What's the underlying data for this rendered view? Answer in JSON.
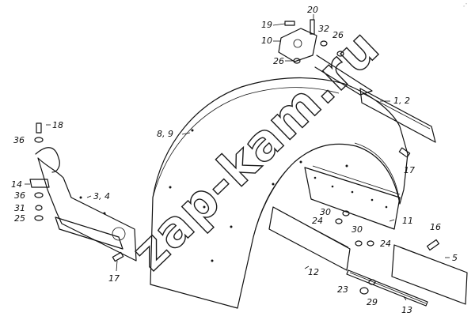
{
  "watermark": "zap-kam.ru",
  "corner_mark": "„“",
  "labels": {
    "l1": "20",
    "l2": "19",
    "l3": "32",
    "l4": "10",
    "l5": "26",
    "l6": "26",
    "l7": "1, 2",
    "l8": "8, 9",
    "l9": "18",
    "l10": "36",
    "l11": "17",
    "l12": "14",
    "l13": "36",
    "l14": "3, 4",
    "l15": "31",
    "l16": "25",
    "l17": "30",
    "l18": "11",
    "l19": "24",
    "l20": "30",
    "l21": "16",
    "l22": "24",
    "l23": "5",
    "l24": "17",
    "l25": "12",
    "l26": "23",
    "l27": "29",
    "l28": "13"
  }
}
